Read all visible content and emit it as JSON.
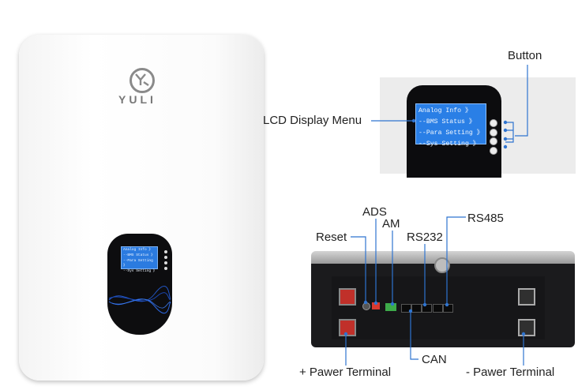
{
  "brand": {
    "logo_text": "YULI"
  },
  "lcd_menu": {
    "lines": [
      "Analog Info 》",
      "--BMS Status 》",
      "--Para Setting 》",
      "--Sys Setting 》"
    ]
  },
  "callouts": {
    "button": "Button",
    "lcd_display_menu": "LCD Display Menu",
    "ads": "ADS",
    "am": "AM",
    "reset": "Reset",
    "rs232": "RS232",
    "rs485": "RS485",
    "can": "CAN",
    "positive_terminal": "+ Pawer Terminal",
    "negative_terminal": "- Pawer Terminal"
  },
  "colors": {
    "callout_line": "#2f74d0",
    "lcd_screen": "#2a7fe6",
    "positive_terminal": "#c0302a"
  },
  "icons": [
    "yuli-logo-icon",
    "wave-pattern-icon"
  ]
}
